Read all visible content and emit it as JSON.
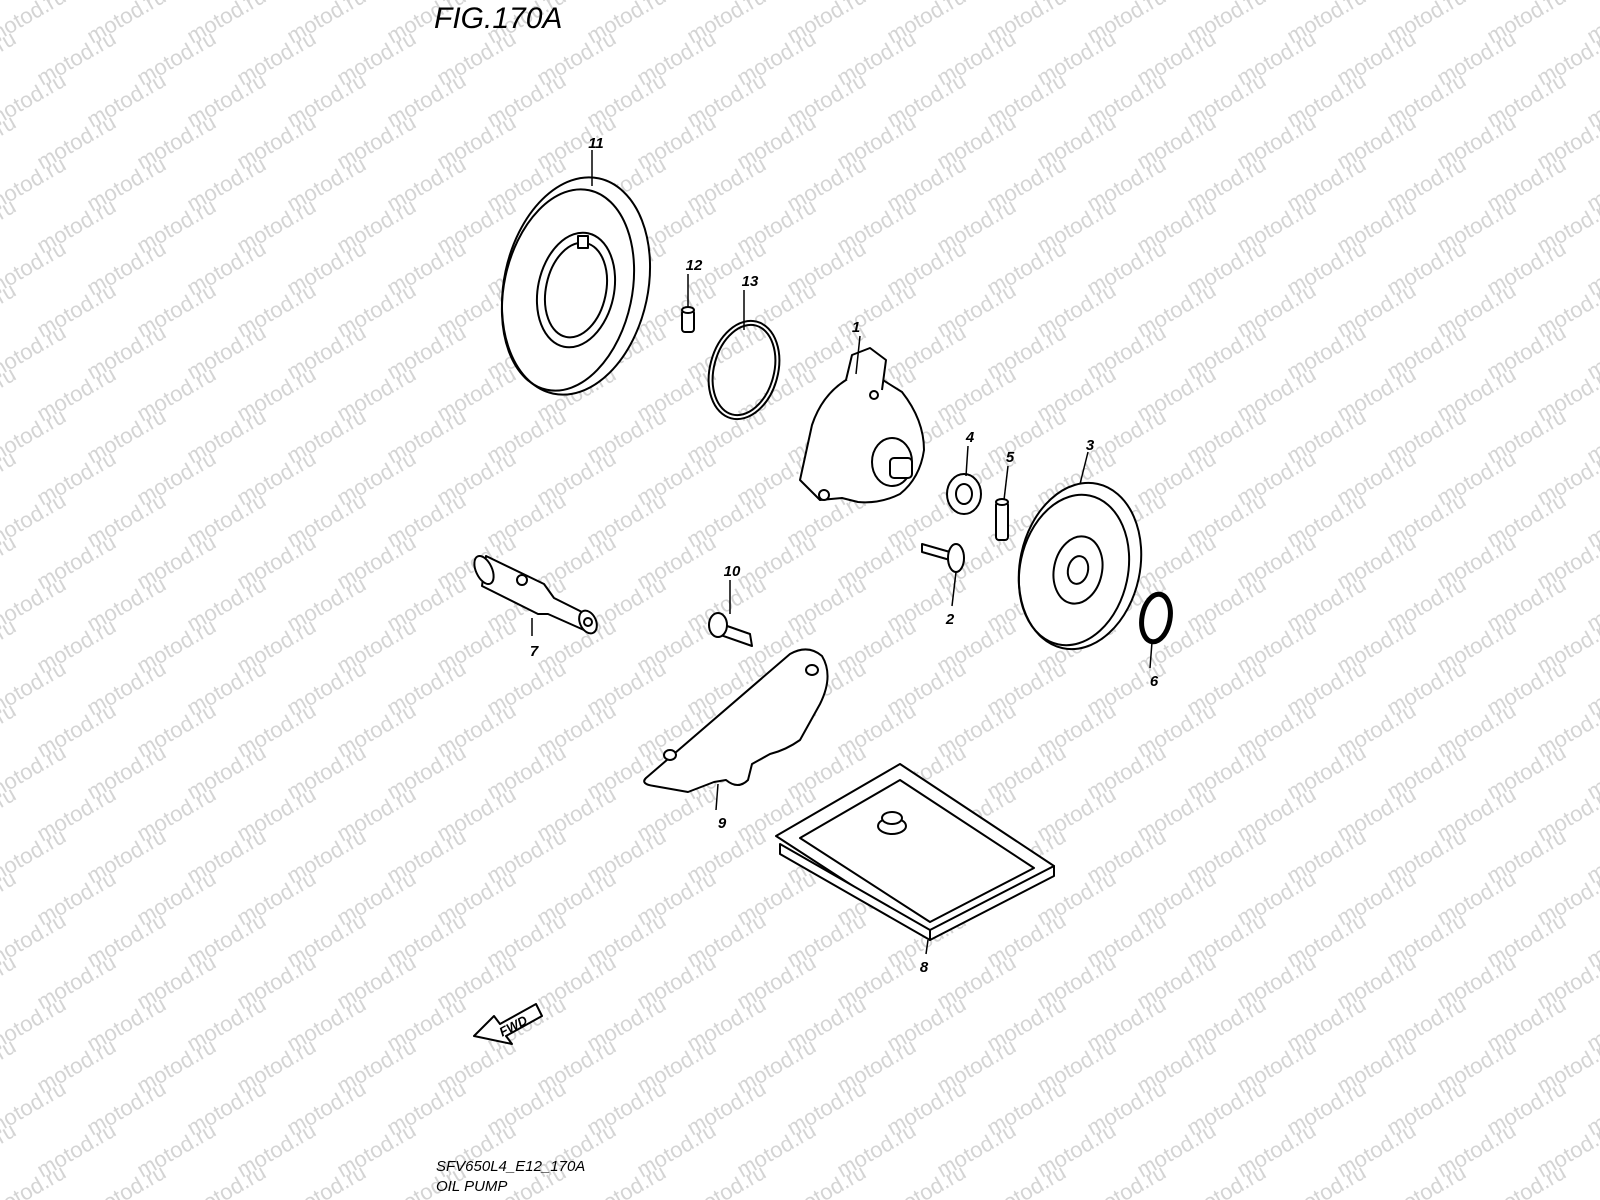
{
  "figure": {
    "title": "FIG.170A",
    "code": "SFV650L4_E12_170A",
    "name": "OIL PUMP",
    "watermark": "motod.ru",
    "fwd_label": "FWD"
  },
  "callouts": [
    "1",
    "2",
    "3",
    "4",
    "5",
    "6",
    "7",
    "8",
    "9",
    "10",
    "11",
    "12",
    "13"
  ],
  "colors": {
    "line": "#000000",
    "watermark": "#d4d4d4",
    "background": "#ffffff"
  }
}
